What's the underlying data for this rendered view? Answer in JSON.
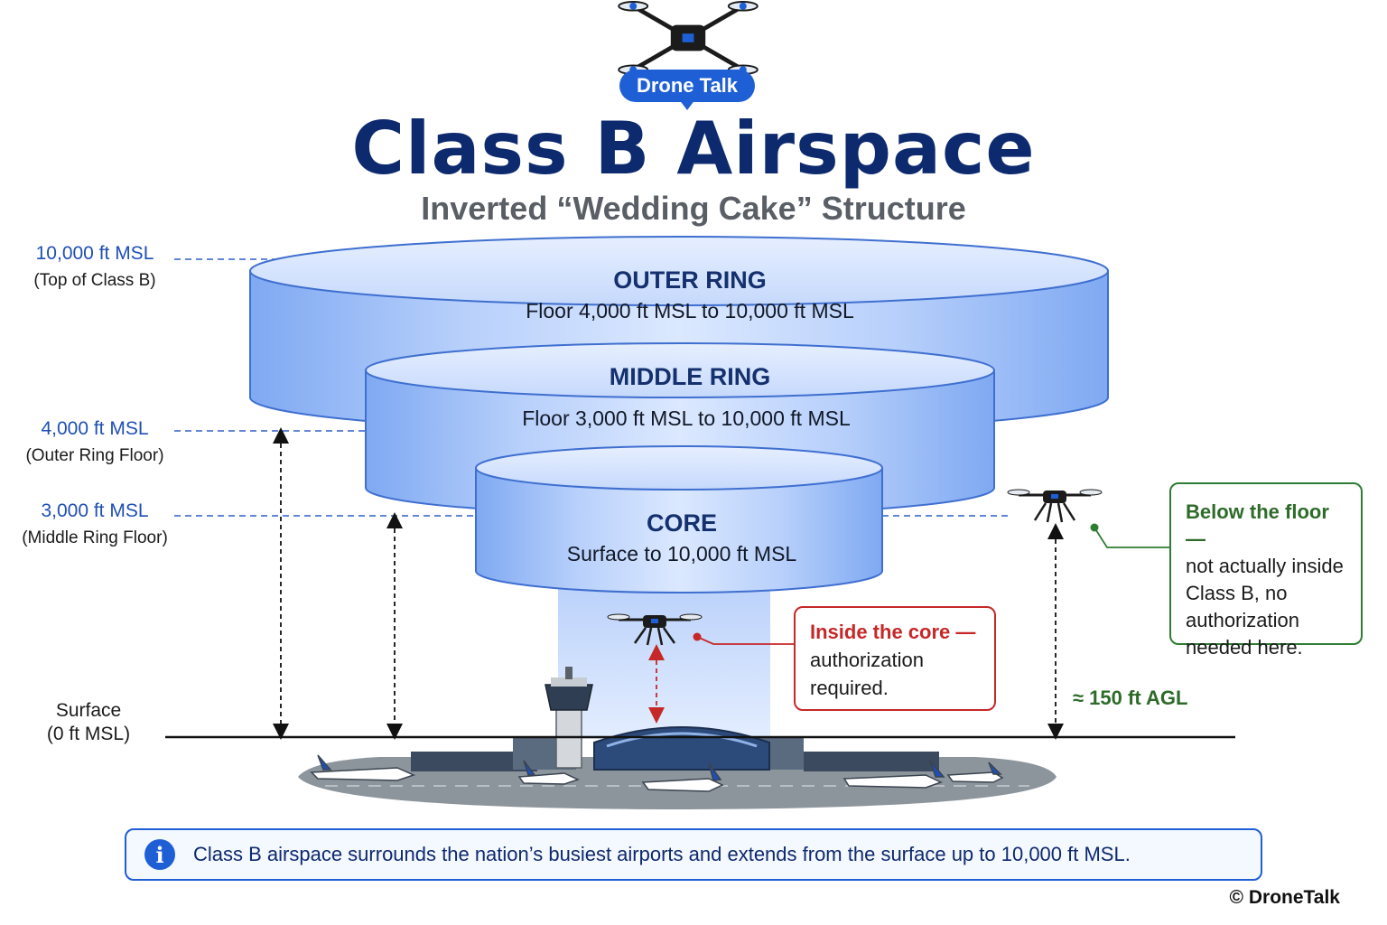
{
  "header": {
    "brand": "Drone Talk",
    "title": "Class B Airspace",
    "subtitle": "Inverted “Wedding Cake” Structure"
  },
  "altitudes": [
    {
      "value": "10,000 ft MSL",
      "note": "(Top of Class B)"
    },
    {
      "value": "4,000 ft MSL",
      "note": "(Outer Ring Floor)"
    },
    {
      "value": "3,000 ft MSL",
      "note": "(Middle Ring Floor)"
    }
  ],
  "rings": {
    "outer": {
      "title": "OUTER RING",
      "range": "Floor 4,000 ft MSL to 10,000 ft MSL"
    },
    "middle": {
      "title": "MIDDLE RING",
      "range": "Floor 3,000 ft MSL to 10,000 ft MSL"
    },
    "core": {
      "title": "CORE",
      "range": "Surface to 10,000 ft MSL"
    }
  },
  "surface": {
    "line1": "Surface",
    "line2": "(0 ft MSL)"
  },
  "callouts": {
    "core": {
      "heading": "Inside the core —",
      "line1": "authorization",
      "line2": "required."
    },
    "below_floor": {
      "heading": "Below the floor —",
      "line1": "not actually inside",
      "line2": "Class B, no",
      "line3": "authorization",
      "line4": "needed here."
    }
  },
  "agl_label": "≈ 150 ft AGL",
  "footer": {
    "info": "Class B airspace surrounds the nation’s busiest airports and extends from the surface up to 10,000 ft MSL.",
    "copyright": "© DroneTalk"
  },
  "colors": {
    "title": "#0e2a6e",
    "accent": "#1f5fd6",
    "ring_fill": "#b8d0fb",
    "callout_red": "#c62828",
    "callout_green": "#2e7d32"
  },
  "icons": [
    "drone-icon",
    "info-icon",
    "airplane-icon",
    "control-tower-icon"
  ]
}
